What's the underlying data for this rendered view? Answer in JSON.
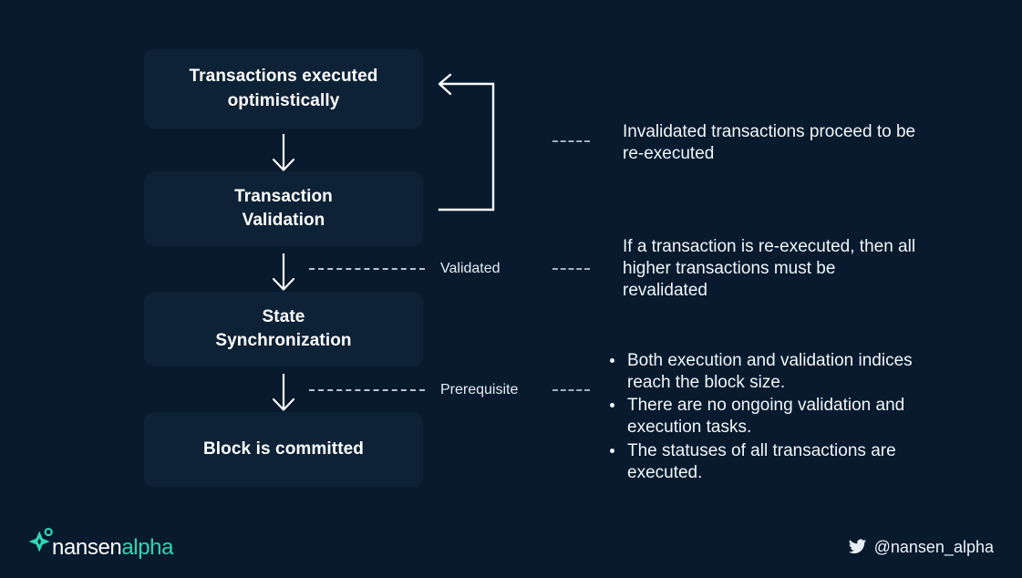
{
  "background_color": "#071a2e",
  "box_color": "#0d2236",
  "accent_color": "#2fd6b6",
  "flow": {
    "boxes": [
      {
        "id": "executed",
        "label": "Transactions executed\noptimistically"
      },
      {
        "id": "validation",
        "label": "Transaction\nValidation"
      },
      {
        "id": "statesync",
        "label": "State\nSynchronization"
      },
      {
        "id": "committed",
        "label": "Block is committed"
      }
    ],
    "edge_labels": {
      "validated": "Validated",
      "prerequisite": "Prerequisite"
    },
    "arrows": {
      "down_arrow_icon": "arrow-down-icon",
      "loop_arrow_icon": "loop-arrow-icon"
    }
  },
  "notes": {
    "invalidated": "Invalidated transactions proceed to be re-executed",
    "revalidated": "If a transaction is re-executed, then all higher transactions must be revalidated",
    "bullets": [
      "Both execution and validation indices reach the block size.",
      "There are no ongoing validation and execution tasks.",
      "The statuses of all transactions are executed."
    ]
  },
  "footer": {
    "logo": {
      "icon": "nansen-star-icon",
      "word_primary": "nansen",
      "word_accent": "alpha"
    },
    "social": {
      "icon": "twitter-icon",
      "handle": "@nansen_alpha"
    }
  }
}
